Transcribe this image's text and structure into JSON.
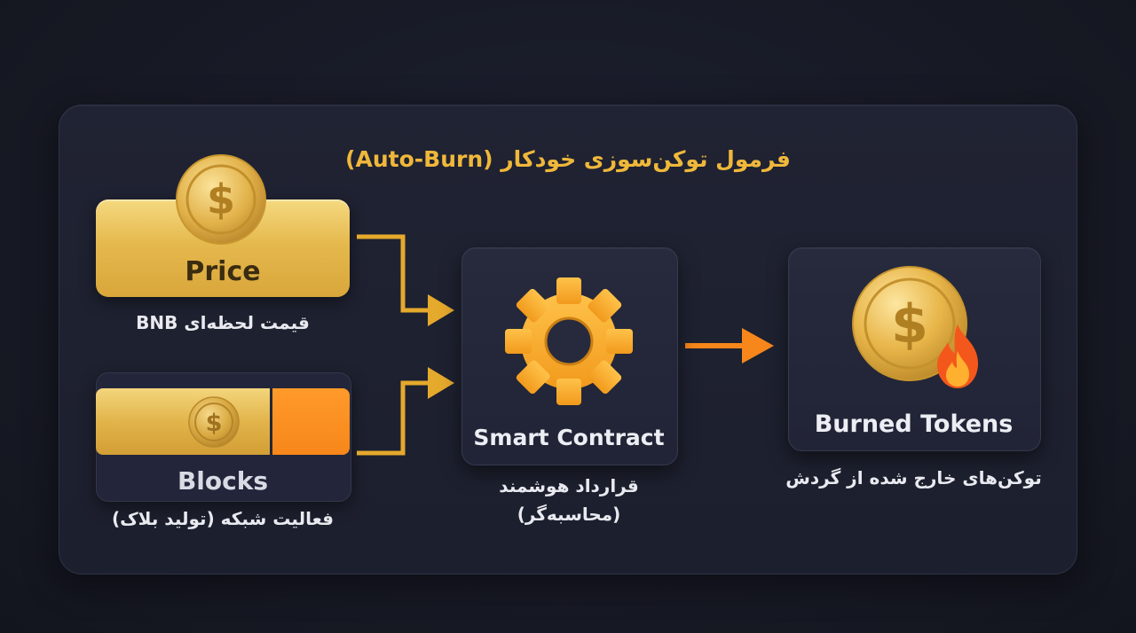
{
  "title": "فرمول توکن‌سوزی خودکار (Auto-Burn)",
  "inputs": {
    "price": {
      "label": "Price",
      "caption": "قیمت لحظه‌ای BNB",
      "icon": "dollar-coin-icon"
    },
    "blocks": {
      "label": "Blocks",
      "caption": "فعالیت شبکه (تولید بلاک)",
      "icon": "dollar-coin-icon"
    }
  },
  "contract": {
    "label": "Smart Contract",
    "caption_line1": "قرارداد هوشمند",
    "caption_line2": "(محاسبه‌گر)",
    "icon": "gear-icon"
  },
  "output": {
    "label": "Burned Tokens",
    "caption": "توکن‌های خارج شده از گردش",
    "icons": [
      "dollar-coin-icon",
      "fire-icon"
    ]
  },
  "colors": {
    "gold": "#f0b83a",
    "orange": "#f7871a",
    "panel": "#1e2130",
    "background": "#161823"
  }
}
